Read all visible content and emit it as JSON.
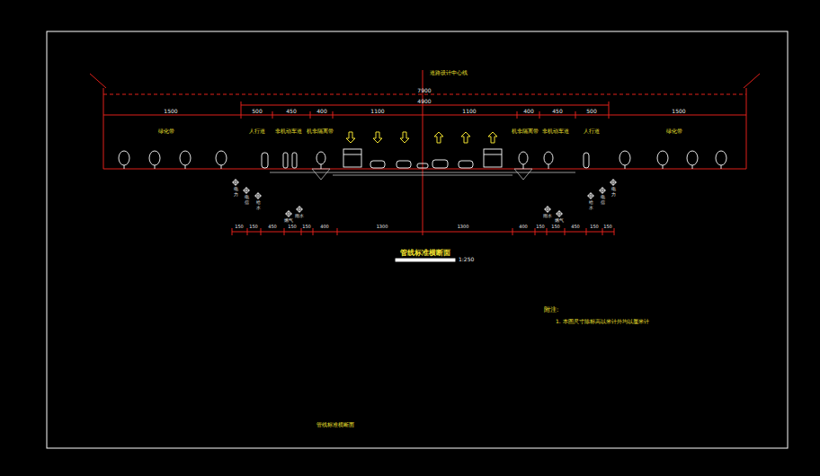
{
  "diagram": {
    "title": "管线标准横断面",
    "labels": [
      "道路设计中心线",
      "7900",
      "4900",
      "1500",
      "500",
      "450",
      "400",
      "1100",
      "1100",
      "400",
      "450",
      "500",
      "1500",
      "绿化带",
      "人行道",
      "非机动车道",
      "机非隔离带",
      "机非隔离带",
      "非机动车道",
      "人行道",
      "绿化带",
      "150",
      "150",
      "450",
      "150",
      "150",
      "400",
      "1300",
      "1300",
      "400",
      "150",
      "150",
      "450",
      "150",
      "150",
      "电力",
      "电信",
      "给水",
      "燃气",
      "雨水",
      "雨水",
      "燃气",
      "给水",
      "电信",
      "电力",
      "1:250",
      "附注:",
      "1. 本图尺寸除标高以米计外均以厘米计",
      "管线标准横断面"
    ]
  }
}
